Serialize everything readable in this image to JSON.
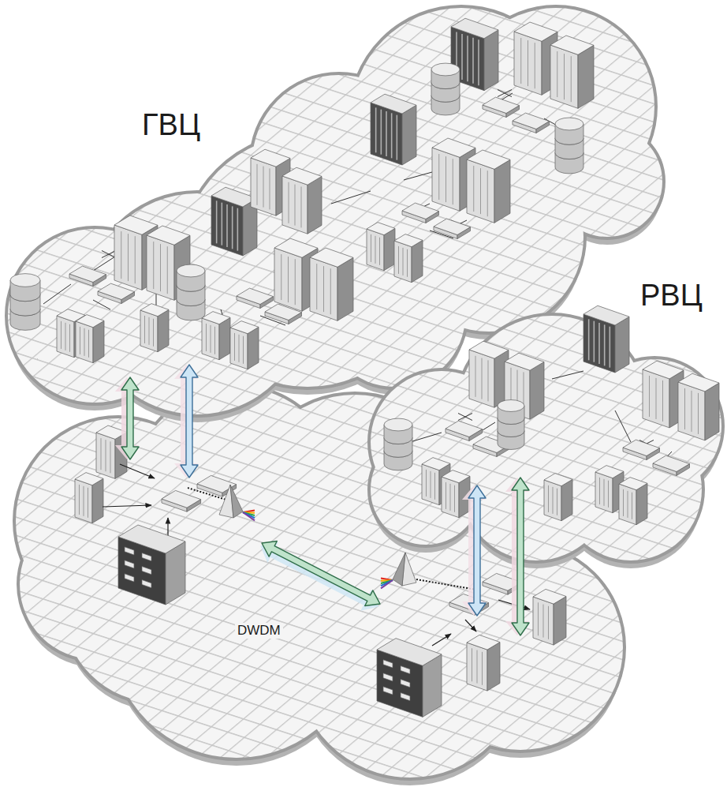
{
  "diagram": {
    "nodes": [
      {
        "text": [
          "ГВЦ"
        ]
      },
      {
        "text": [
          "РВЦ"
        ]
      }
    ],
    "labels": [
      "DWDM"
    ]
  }
}
